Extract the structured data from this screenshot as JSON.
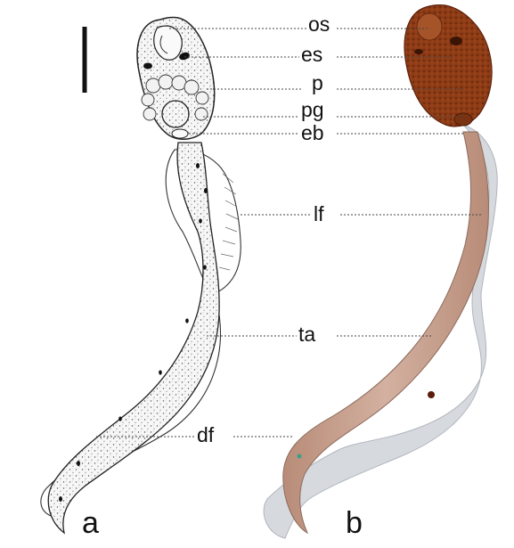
{
  "figure": {
    "panels": [
      {
        "id": "a",
        "label": "a",
        "kind": "line-drawing"
      },
      {
        "id": "b",
        "label": "b",
        "kind": "photomicrograph"
      }
    ],
    "structure_labels": [
      {
        "key": "os",
        "text": "os"
      },
      {
        "key": "es",
        "text": "es"
      },
      {
        "key": "p",
        "text": "p"
      },
      {
        "key": "pg",
        "text": "pg"
      },
      {
        "key": "eb",
        "text": "eb"
      },
      {
        "key": "lf",
        "text": "lf"
      },
      {
        "key": "ta",
        "text": "ta"
      },
      {
        "key": "df",
        "text": "df"
      }
    ],
    "has_scale_bar": true,
    "colors": {
      "ink": "#111111",
      "leader": "#444444",
      "photo_body": "#8a3a14",
      "photo_tail": "#c9a493",
      "photo_fin": "#d4d7dc"
    }
  }
}
